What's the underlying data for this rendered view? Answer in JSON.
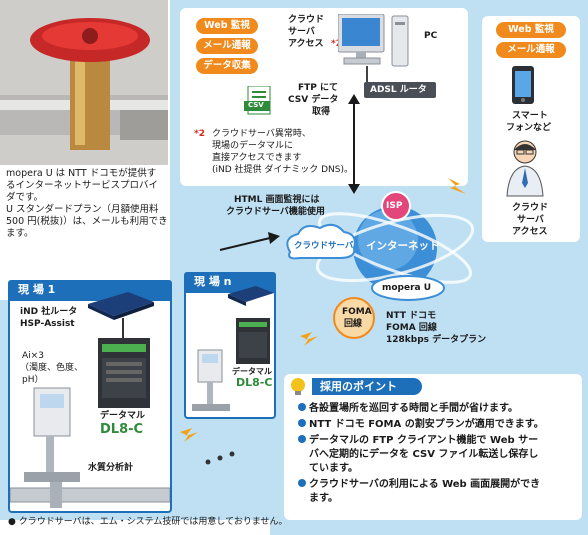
{
  "top_panel": {
    "badges": [
      "Web 監視",
      "メール通報",
      "データ収集"
    ],
    "cloud_access": [
      "クラウド",
      "サーバ",
      "アクセス"
    ],
    "note_mark": "*2",
    "pc_label": "PC",
    "router_label": "ADSL ルータ",
    "ftp_text": [
      "FTP にて",
      "CSV データ",
      "取得"
    ],
    "csv_icon": "CSV",
    "footnote_mark": "*2",
    "footnote": [
      "クラウドサーバ異常時、",
      "現場のデータマルに",
      "直接アクセスできます",
      "(iND 社提供 ダイナミック DNS)。"
    ]
  },
  "right_panel": {
    "badges": [
      "Web 監視",
      "メール通報"
    ],
    "smartphone_label": [
      "スマート",
      "フォンなど"
    ],
    "access_label": [
      "クラウド",
      "サーバ",
      "アクセス"
    ]
  },
  "provider_text": [
    "mopera U は NTT ドコモが提供す",
    "るインターネットサービスプロバイ",
    "ダです。",
    "U スタンダードプラン（月額使用料",
    "500 円(税抜)）は、メールも利用でき",
    "ます。"
  ],
  "html_monitor_text": [
    "HTML 画面監視には",
    "クラウドサーバ機能使用"
  ],
  "network": {
    "isp": "ISP",
    "internet": "インターネット",
    "cloud_server": "クラウドサーバ",
    "mopera": "mopera U",
    "foma": [
      "FOMA",
      "回線"
    ],
    "foma_desc": [
      "NTT ドコモ",
      "FOMA 回線",
      "128kbps データプラン"
    ]
  },
  "site1": {
    "label": "現 場 1",
    "router": [
      "iND 社ルータ",
      "HSP-Assist"
    ],
    "sensor": [
      "Ai×3",
      "（濁度、色度、",
      "pH）"
    ],
    "logger_prefix": "データマル",
    "logger_model": "DL8-C",
    "analyzer": "水質分析計"
  },
  "siten": {
    "label": "現 場 n",
    "logger_prefix": "データマル",
    "logger_model": "DL8-C"
  },
  "points": {
    "title": "採用のポイント",
    "items": [
      "各設置場所を巡回する時間と手間が省けます。",
      "NTT ドコモ FOMA の割安プランが適用できます。",
      "データマルの FTP クライアント機能で Web サー",
      "バへ定期的にデータを CSV ファイル転送し保存し",
      "ています。",
      "クラウドサーバの利用による Web 画面展開ができ",
      "ます。"
    ]
  },
  "footer_note": "● クラウドサーバは、エム・システム技研では用意しておりません。",
  "colors": {
    "background_blue": "#bfe0f3",
    "site_blue": "#1c6fb8",
    "badge_orange": "#f08a1c",
    "logger_green": "#2e8b3a",
    "lightning": "#f2a31a"
  }
}
